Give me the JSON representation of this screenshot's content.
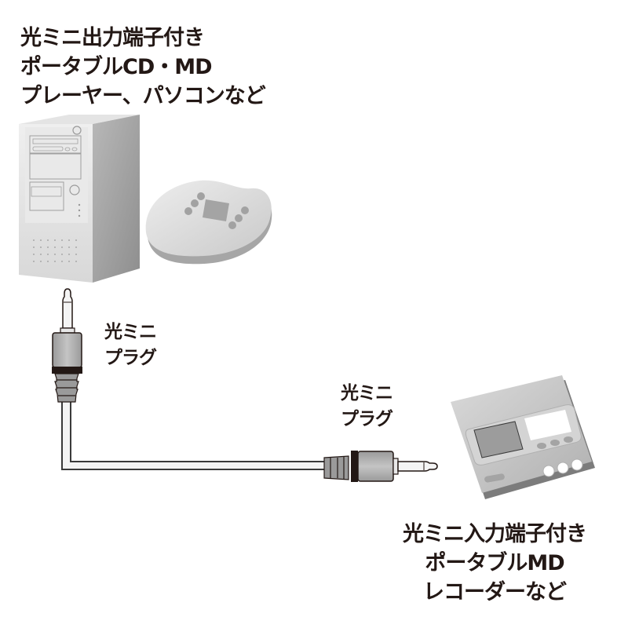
{
  "source": {
    "lines": [
      "光ミニ出力端子付き",
      "ポータブルCD・MD",
      "プレーヤー、パソコンなど"
    ],
    "devices": [
      "pc-tower",
      "portable-cd-player"
    ]
  },
  "cable": {
    "plug_label_1": [
      "光ミニ",
      "プラグ"
    ],
    "plug_label_2": [
      "光ミニ",
      "プラグ"
    ]
  },
  "destination": {
    "lines": [
      "光ミニ入力端子付き",
      "ポータブルMD",
      "レコーダーなど"
    ],
    "devices": [
      "portable-md-recorder"
    ]
  },
  "colors": {
    "text": "#231815",
    "device_light": "#e6e6e6",
    "device_mid": "#c8c8c8",
    "device_dark": "#9a9a9a",
    "plug_body": "#b4b4b4",
    "plug_band": "#231815",
    "cable_fill": "#f2f2f2",
    "cable_stroke": "#3a3a3a"
  }
}
